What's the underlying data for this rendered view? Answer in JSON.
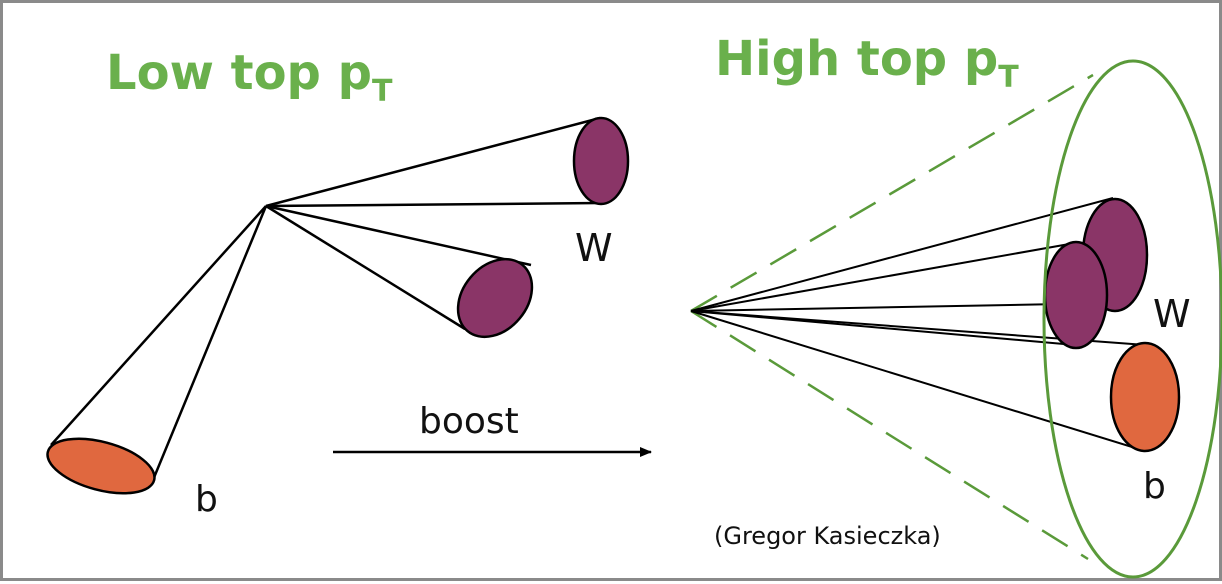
{
  "titles": {
    "low_main": "Low top p",
    "low_sub": "T",
    "high_main": "High top p",
    "high_sub": "T"
  },
  "labels": {
    "w_low": "W",
    "b_low": "b",
    "w_high": "W",
    "b_high": "b",
    "boost": "boost",
    "credit": "(Gregor Kasieczka)"
  },
  "colors": {
    "title_green": "#6ab04c",
    "w_jet_fill": "#8a3567",
    "b_jet_fill": "#e0683f",
    "fat_jet_green": "#5a9a3a",
    "line": "#000000"
  }
}
